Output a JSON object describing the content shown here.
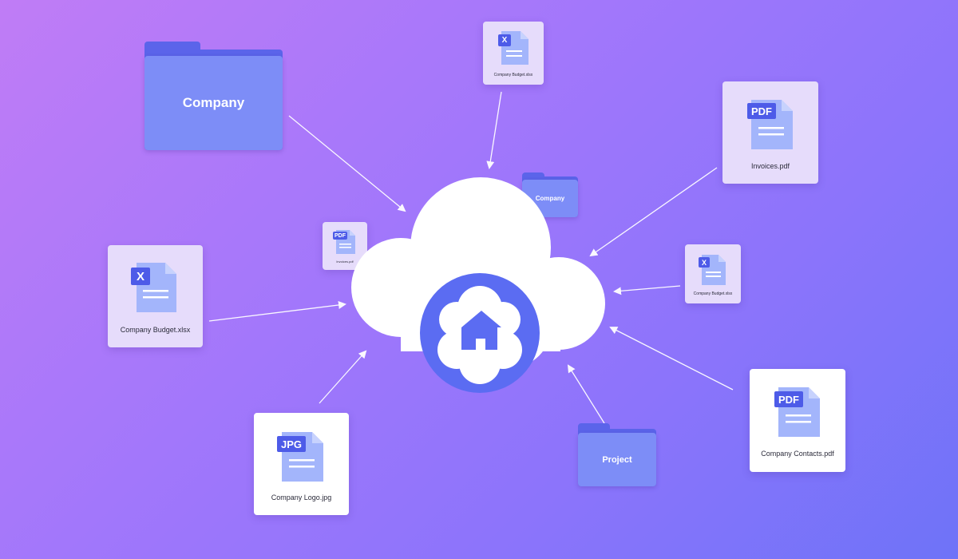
{
  "center": {
    "cloud": "cloud-shape",
    "badge_icon": "home-icon"
  },
  "folders": {
    "company_large": "Company",
    "company_small": "Company",
    "project": "Project"
  },
  "files": {
    "budget_top": {
      "badge": "X",
      "name": "Company Budget.xlsx"
    },
    "invoices_right": {
      "badge": "PDF",
      "name": "Invoices.pdf"
    },
    "budget_left": {
      "badge": "X",
      "name": "Company Budget.xlsx"
    },
    "invoices_small": {
      "badge": "PDF",
      "name": "Invoices.pdf"
    },
    "budget_right_small": {
      "badge": "X",
      "name": "Company Budget.xlsx"
    },
    "logo": {
      "badge": "JPG",
      "name": "Company Logo.jpg"
    },
    "contacts": {
      "badge": "PDF",
      "name": "Company Contacts.pdf"
    }
  },
  "colors": {
    "background_start": "#c07cf6",
    "background_end": "#6e73f8",
    "accent": "#5b64ea",
    "doc": "#a3b5fb",
    "cloud": "#ffffff"
  }
}
